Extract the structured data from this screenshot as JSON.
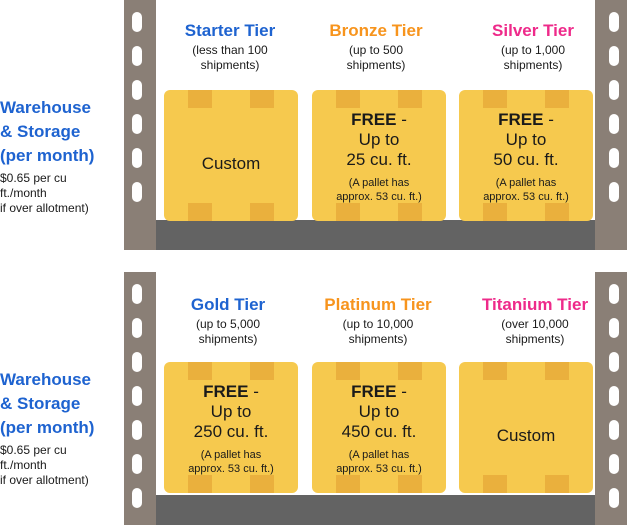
{
  "colors": {
    "blue": "#1E63D0",
    "orange": "#F7941D",
    "pink": "#EE2A8A",
    "box": "#F6C94E",
    "shelf": "#8a7f76",
    "floor": "#636363"
  },
  "shelves": [
    {
      "side": {
        "title_lines": [
          "Warehouse",
          "& Storage",
          "(per month)"
        ],
        "note_lines": [
          "$0.65 per cu",
          "ft./month",
          "if over allotment)"
        ]
      },
      "tiers": [
        {
          "name": "Starter Tier",
          "color": "#1E63D0",
          "sub_lines": [
            "(less than 100",
            "shipments)"
          ],
          "box": {
            "custom": "Custom"
          }
        },
        {
          "name": "Bronze Tier",
          "color": "#F7941D",
          "sub_lines": [
            "(up to 500",
            "shipments)"
          ],
          "box": {
            "free": "FREE",
            "dash": " -",
            "cap_lines": [
              "Up to",
              "25 cu. ft."
            ],
            "note_lines": [
              "(A pallet has",
              "approx. 53 cu. ft.)"
            ]
          }
        },
        {
          "name": "Silver Tier",
          "color": "#EE2A8A",
          "sub_lines": [
            "(up to 1,000",
            "shipments)"
          ],
          "box": {
            "free": "FREE",
            "dash": " -",
            "cap_lines": [
              "Up to",
              "50 cu. ft."
            ],
            "note_lines": [
              "(A pallet has",
              "approx. 53 cu. ft.)"
            ]
          }
        }
      ]
    },
    {
      "side": {
        "title_lines": [
          "Warehouse",
          "& Storage",
          "(per month)"
        ],
        "note_lines": [
          "$0.65 per cu",
          "ft./month",
          "if over allotment)"
        ]
      },
      "tiers": [
        {
          "name": "Gold Tier",
          "color": "#1E63D0",
          "sub_lines": [
            "(up to 5,000",
            "shipments)"
          ],
          "box": {
            "free": "FREE",
            "dash": " -",
            "cap_lines": [
              "Up to",
              "250 cu. ft."
            ],
            "note_lines": [
              "(A pallet has",
              "approx. 53 cu. ft.)"
            ]
          }
        },
        {
          "name": "Platinum Tier",
          "color": "#F7941D",
          "sub_lines": [
            "(up to 10,000",
            "shipments)"
          ],
          "box": {
            "free": "FREE",
            "dash": " -",
            "cap_lines": [
              "Up to",
              "450 cu. ft."
            ],
            "note_lines": [
              "(A pallet has",
              "approx. 53 cu. ft.)"
            ]
          }
        },
        {
          "name": "Titanium Tier",
          "color": "#EE2A8A",
          "sub_lines": [
            "(over 10,000",
            "shipments)"
          ],
          "box": {
            "custom": "Custom"
          }
        }
      ]
    }
  ]
}
